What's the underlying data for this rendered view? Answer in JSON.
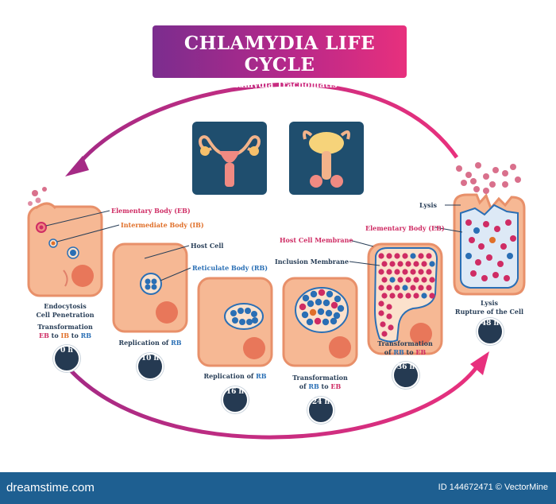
{
  "title": {
    "main": "CHLAMYDIA LIFE CYCLE",
    "subtitle": "Chlamydia Trachomatis"
  },
  "labels": {
    "elementary_body_1": "Elementary Body (EB)",
    "intermediate_body": "Intermediate Body (IB)",
    "host_cell": "Host Cell",
    "reticulate_body": "Reticulate Body (RB)",
    "host_cell_membrane": "Host Cell Membrane",
    "inclusion_membrane": "Inclusion Membrane",
    "lysis": "Lysis",
    "elementary_body_2": "Elementary Body (EB)"
  },
  "stages": [
    {
      "caption_line1": "Endocytosis",
      "caption_line2": "Cell Penetration",
      "caption_line3": "Transformation",
      "t1": "EB",
      "t_to1": " to ",
      "t2": "IB",
      "t_to2": " to ",
      "t3": "RB",
      "time": "0 h"
    },
    {
      "caption_prefix": "Replication of ",
      "caption_rb": "RB",
      "time": "10 h"
    },
    {
      "caption_prefix": "Replication of ",
      "caption_rb": "RB",
      "time": "16 h"
    },
    {
      "caption_line1": "Transformation",
      "caption_rb": "RB",
      "caption_to": " to ",
      "caption_eb": "EB",
      "time": "24 h"
    },
    {
      "caption_line1": "Transformation",
      "caption_rb": "RB",
      "caption_to": " to ",
      "caption_eb": "EB",
      "time": "36 h"
    },
    {
      "caption_line1": "Lysis",
      "caption_line2": "Rupture of the Cell",
      "time": "48 h"
    }
  ],
  "icons": [
    "female-reproductive-system-icon",
    "male-reproductive-system-icon"
  ],
  "colors": {
    "banner_start": "#7b2d8e",
    "banner_end": "#e8307d",
    "cell_fill": "#f6b894",
    "cell_border": "#e8906a",
    "eb": "#cf2c64",
    "ib": "#e0702a",
    "rb": "#2a6fb5",
    "badge": "#253a52",
    "footer": "#1e5f91"
  },
  "footer": {
    "brand": "dreamstime.com",
    "id": "ID 144672471 © VectorMine"
  }
}
